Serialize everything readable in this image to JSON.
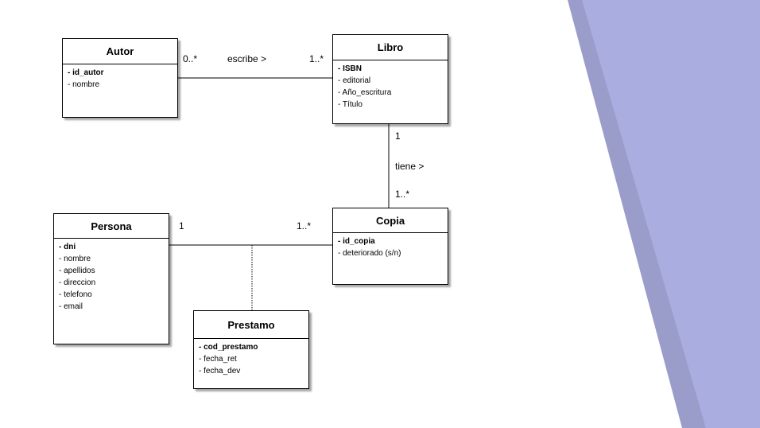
{
  "diagram": {
    "classes": {
      "autor": {
        "name": "Autor",
        "attributes": [
          {
            "text": "- id_autor",
            "key": true
          },
          {
            "text": "- nombre",
            "key": false
          }
        ]
      },
      "libro": {
        "name": "Libro",
        "attributes": [
          {
            "text": "- ISBN",
            "key": true
          },
          {
            "text": "- editorial",
            "key": false
          },
          {
            "text": "- Año_escritura",
            "key": false
          },
          {
            "text": "- Título",
            "key": false
          }
        ]
      },
      "copia": {
        "name": "Copia",
        "attributes": [
          {
            "text": "- id_copia",
            "key": true
          },
          {
            "text": "- deteriorado (s/n)",
            "key": false
          }
        ]
      },
      "persona": {
        "name": "Persona",
        "attributes": [
          {
            "text": "- dni",
            "key": true
          },
          {
            "text": "- nombre",
            "key": false
          },
          {
            "text": "- apellidos",
            "key": false
          },
          {
            "text": "- direccion",
            "key": false
          },
          {
            "text": "- telefono",
            "key": false
          },
          {
            "text": "- email",
            "key": false
          }
        ]
      },
      "prestamo": {
        "name": "Prestamo",
        "attributes": [
          {
            "text": "- cod_prestamo",
            "key": true
          },
          {
            "text": "- fecha_ret",
            "key": false
          },
          {
            "text": "- fecha_dev",
            "key": false
          }
        ]
      }
    },
    "associations": {
      "escribe": {
        "label": "escribe >",
        "source_multiplicity": "0..*",
        "target_multiplicity": "1..*"
      },
      "tiene": {
        "label": "tiene >",
        "source_multiplicity": "1",
        "target_multiplicity": "1..*"
      },
      "prestamo": {
        "source_multiplicity": "1",
        "target_multiplicity": "1..*"
      }
    }
  },
  "decoration_colors": {
    "stripe_dark": "#9a9cc9",
    "stripe_light": "#aaade0"
  }
}
